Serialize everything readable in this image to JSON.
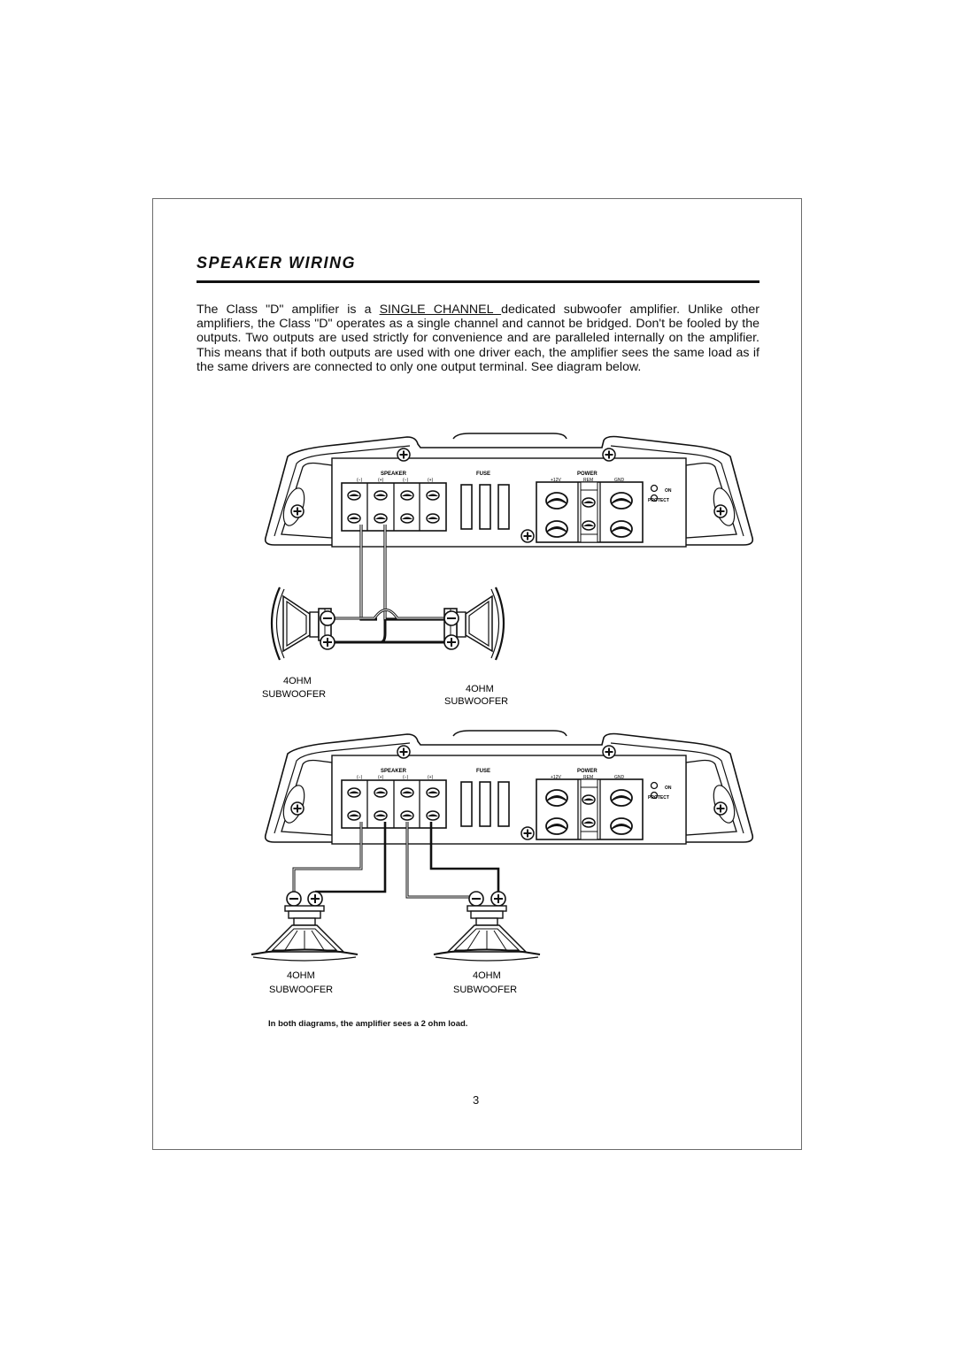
{
  "section": {
    "title": "SPEAKER WIRING",
    "paragraph_pre": "The Class \"D\" amplifier is a ",
    "paragraph_underline": "SINGLE CHANNEL ",
    "paragraph_post": "dedicated subwoofer amplifier. Unlike other amplifiers, the Class \"D\" operates as a single channel and cannot be bridged. Don't be fooled by the outputs. Two outputs are used strictly for convenience and are paralleled internally on the amplifier. This means that if both outputs are used with one driver each, the amplifier sees the same load as if the same drivers are connected to only one output terminal. See diagram below."
  },
  "amplifier": {
    "speaker": "SPEAKER",
    "fuse": "FUSE",
    "power": "POWER",
    "minus": "(−)",
    "plus": "(+)",
    "v12": "+12V",
    "rem": "REM",
    "gnd": "GND",
    "on": "ON",
    "protect": "PROTECT"
  },
  "diagram1": {
    "left_ohm": "4OHM",
    "left_label": "SUBWOOFER",
    "right_ohm": "4OHM",
    "right_label": "SUBWOOFER"
  },
  "diagram2": {
    "left_ohm": "4OHM",
    "left_label": "SUBWOOFER",
    "right_ohm": "4OHM",
    "right_label": "SUBWOOFER"
  },
  "caption": "In both diagrams, the amplifier sees a 2 ohm load.",
  "page_number": "3"
}
